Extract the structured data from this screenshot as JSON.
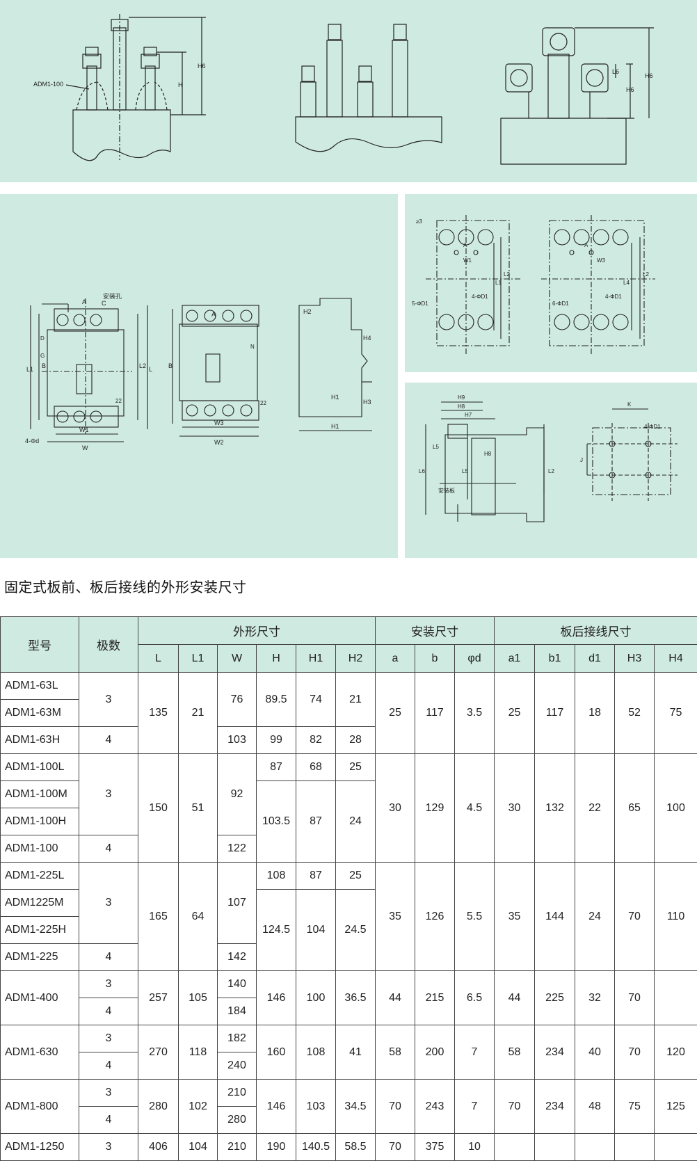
{
  "drawings": {
    "panel1": {
      "left_label": "ADM1-100",
      "dims": [
        "H",
        "H6",
        "H6",
        "H6",
        "L6"
      ]
    },
    "panel2": {
      "front_labels": [
        "安装孔",
        "A",
        "C",
        "B",
        "L1",
        "L2",
        "L",
        "W1",
        "W",
        "4-Φd",
        "22",
        "D",
        "G"
      ],
      "front4_labels": [
        "A",
        "B",
        "N",
        "22",
        "W3",
        "W2"
      ],
      "side_labels": [
        "H2",
        "H4",
        "H1",
        "H3",
        "H1"
      ]
    },
    "panel3": {
      "labels_a": [
        "≥3",
        "A",
        "W1",
        "5-ΦD1",
        "4-ΦD1",
        "L1",
        "L2"
      ],
      "labels_b": [
        "A",
        "W3",
        "6-ΦD1",
        "4-ΦD1",
        "L4",
        "L2"
      ]
    },
    "panel4": {
      "labels": [
        "H9",
        "H8",
        "H7",
        "L5",
        "L5",
        "L6",
        "L2",
        "H8",
        "安装板",
        "K",
        "4-ΦD1",
        "J"
      ]
    }
  },
  "section_title": "固定式板前、板后接线的外形安装尺寸",
  "table": {
    "headers": {
      "model": "型号",
      "poles": "极数",
      "group_outline": "外形尺寸",
      "group_mount": "安装尺寸",
      "group_rear": "板后接线尺寸"
    },
    "sub_headers": [
      "L",
      "L1",
      "W",
      "H",
      "H1",
      "H2",
      "a",
      "b",
      "φd",
      "a1",
      "b1",
      "d1",
      "H3",
      "H4"
    ],
    "groups": [
      {
        "models": [
          "ADM1-63L",
          "ADM1-63M",
          "ADM1-63H"
        ],
        "poles": [
          "3",
          "4"
        ],
        "L": "135",
        "L1": "21",
        "W": [
          "76",
          "103"
        ],
        "H": [
          "89.5",
          "99"
        ],
        "H1": [
          "74",
          "82"
        ],
        "H2": [
          "21",
          "28"
        ],
        "a": "25",
        "b": "117",
        "phid": "3.5",
        "a1": "25",
        "b1": "117",
        "d1": "18",
        "H3": "52",
        "H4": "75"
      },
      {
        "models": [
          "ADM1-100L",
          "ADM1-100M",
          "ADM1-100H",
          "ADM1-100"
        ],
        "poles": [
          "3",
          "4"
        ],
        "L": "150",
        "L1": "51",
        "W": [
          "92",
          "122"
        ],
        "H": [
          "87",
          "103.5"
        ],
        "H1": [
          "68",
          "87"
        ],
        "H2": [
          "25",
          "24"
        ],
        "a": "30",
        "b": "129",
        "phid": "4.5",
        "a1": "30",
        "b1": "132",
        "d1": "22",
        "H3": "65",
        "H4": "100"
      },
      {
        "models": [
          "ADM1-225L",
          "ADM1225M",
          "ADM1-225H",
          "ADM1-225"
        ],
        "poles": [
          "3",
          "4"
        ],
        "L": "165",
        "L1": "64",
        "W": [
          "107",
          "142"
        ],
        "H": [
          "108",
          "124.5"
        ],
        "H1": [
          "87",
          "104"
        ],
        "H2": [
          "25",
          "24.5"
        ],
        "a": "35",
        "b": "126",
        "phid": "5.5",
        "a1": "35",
        "b1": "144",
        "d1": "24",
        "H3": "70",
        "H4": "110"
      },
      {
        "model": "ADM1-400",
        "poles": [
          "3",
          "4"
        ],
        "L": "257",
        "L1": "105",
        "W": [
          "140",
          "184"
        ],
        "H": "146",
        "H1": "100",
        "H2": "36.5",
        "a": "44",
        "b": "215",
        "phid": "6.5",
        "a1": "44",
        "b1": "225",
        "d1": "32",
        "H3": "70",
        "H4": ""
      },
      {
        "model": "ADM1-630",
        "poles": [
          "3",
          "4"
        ],
        "L": "270",
        "L1": "118",
        "W": [
          "182",
          "240"
        ],
        "H": "160",
        "H1": "108",
        "H2": "41",
        "a": "58",
        "b": "200",
        "phid": "7",
        "a1": "58",
        "b1": "234",
        "d1": "40",
        "H3": "70",
        "H4": "120"
      },
      {
        "model": "ADM1-800",
        "poles": [
          "3",
          "4"
        ],
        "L": "280",
        "L1": "102",
        "W": [
          "210",
          "280"
        ],
        "H": "146",
        "H1": "103",
        "H2": "34.5",
        "a": "70",
        "b": "243",
        "phid": "7",
        "a1": "70",
        "b1": "234",
        "d1": "48",
        "H3": "75",
        "H4": "125"
      },
      {
        "model": "ADM1-1250",
        "poles": "3",
        "L": "406",
        "L1": "104",
        "W": "210",
        "H": "190",
        "H1": "140.5",
        "H2": "58.5",
        "a": "70",
        "b": "375",
        "phid": "10",
        "a1": "",
        "b1": "",
        "d1": "",
        "H3": "",
        "H4": ""
      }
    ]
  },
  "colors": {
    "panel_bg": "#cfeae1",
    "line": "#222222"
  }
}
